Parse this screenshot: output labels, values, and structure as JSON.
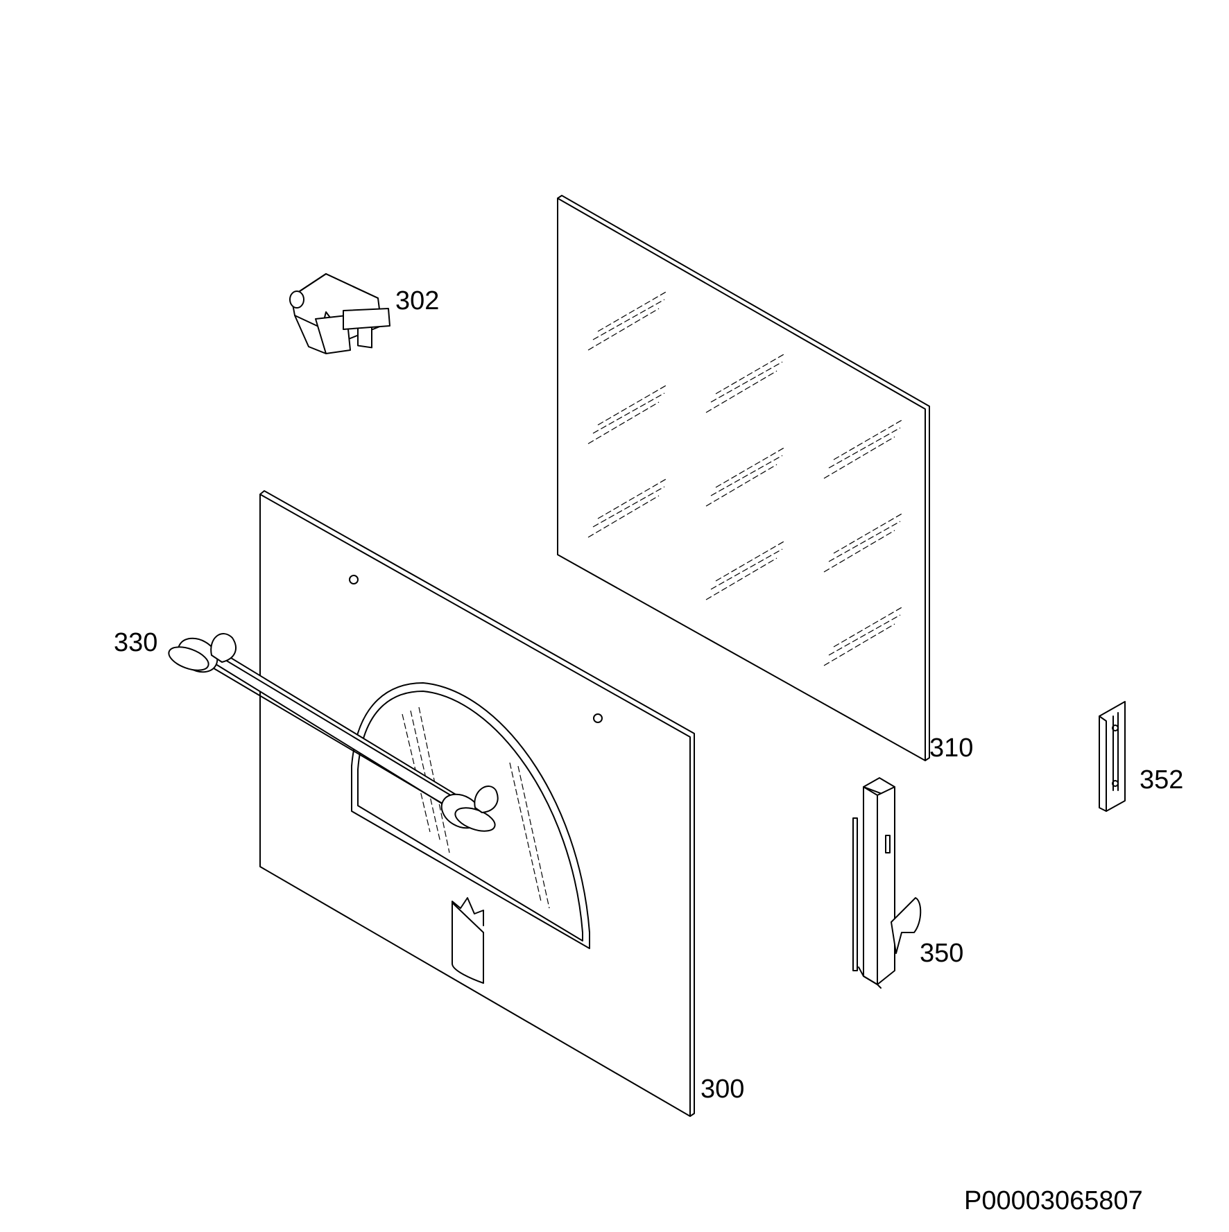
{
  "diagram": {
    "drawing_id": "P00003065807",
    "parts": [
      {
        "id": "300",
        "name": "outer-door-panel"
      },
      {
        "id": "302",
        "name": "hinge-clip"
      },
      {
        "id": "310",
        "name": "inner-glass-panel"
      },
      {
        "id": "330",
        "name": "door-handle"
      },
      {
        "id": "350",
        "name": "door-hinge"
      },
      {
        "id": "352",
        "name": "hinge-cover"
      }
    ]
  }
}
